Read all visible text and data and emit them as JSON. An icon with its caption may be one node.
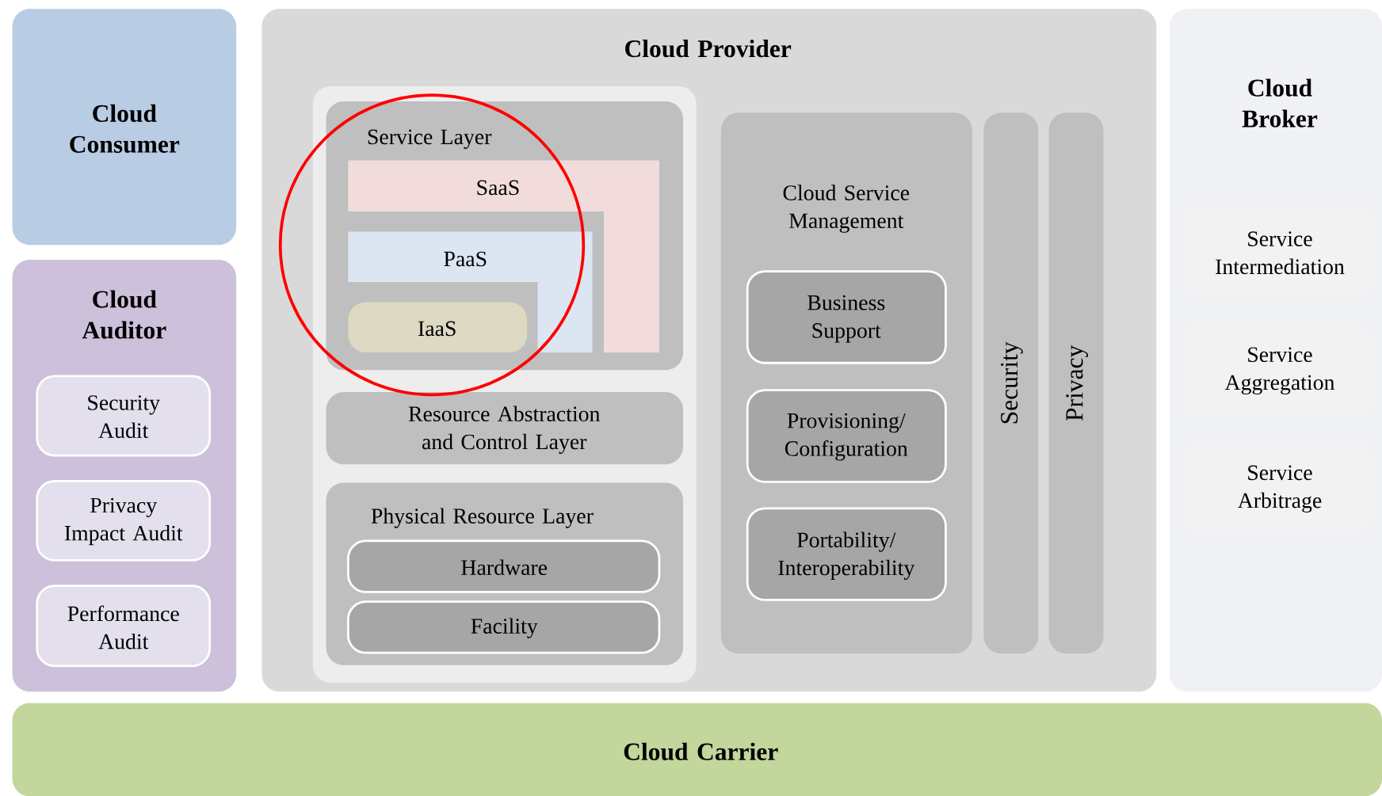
{
  "diagram": {
    "nodes": [
      {
        "text": [
          "Cloud Consumer"
        ]
      },
      {
        "text": [
          "Cloud Auditor"
        ]
      },
      {
        "text": [
          "Security Audit"
        ],
        "in": 1
      },
      {
        "text": [
          "Privacy Impact Audit"
        ],
        "in": 1
      },
      {
        "text": [
          "Performance Audit"
        ],
        "in": 1
      },
      {
        "text": [
          "Cloud Provider"
        ]
      },
      {
        "text": [
          "Service Layer"
        ],
        "in": 5
      },
      {
        "text": [
          "SaaS"
        ],
        "in": 6
      },
      {
        "text": [
          "PaaS"
        ],
        "in": 6
      },
      {
        "text": [
          "IaaS"
        ],
        "in": 6
      },
      {
        "text": [
          "Resource Abstraction and Control Layer"
        ],
        "in": 5
      },
      {
        "text": [
          "Physical Resource Layer"
        ],
        "in": 5
      },
      {
        "text": [
          "Hardware"
        ],
        "in": 11
      },
      {
        "text": [
          "Facility"
        ],
        "in": 11
      },
      {
        "text": [
          "Cloud Service Management"
        ],
        "in": 5
      },
      {
        "text": [
          "Business Support"
        ],
        "in": 14
      },
      {
        "text": [
          "Provisioning/ Configuration"
        ],
        "in": 14
      },
      {
        "text": [
          "Portability/ Interoperability"
        ],
        "in": 14
      },
      {
        "text": [
          "Security"
        ],
        "in": 5
      },
      {
        "text": [
          "Privacy"
        ],
        "in": 5
      },
      {
        "text": [
          "Cloud Broker"
        ]
      },
      {
        "text": [
          "Service Intermediation"
        ],
        "in": 20
      },
      {
        "text": [
          "Service Aggregation"
        ],
        "in": 20
      },
      {
        "text": [
          "Service Arbitrage"
        ],
        "in": 20
      },
      {
        "text": [
          "Cloud Carrier"
        ]
      }
    ]
  }
}
